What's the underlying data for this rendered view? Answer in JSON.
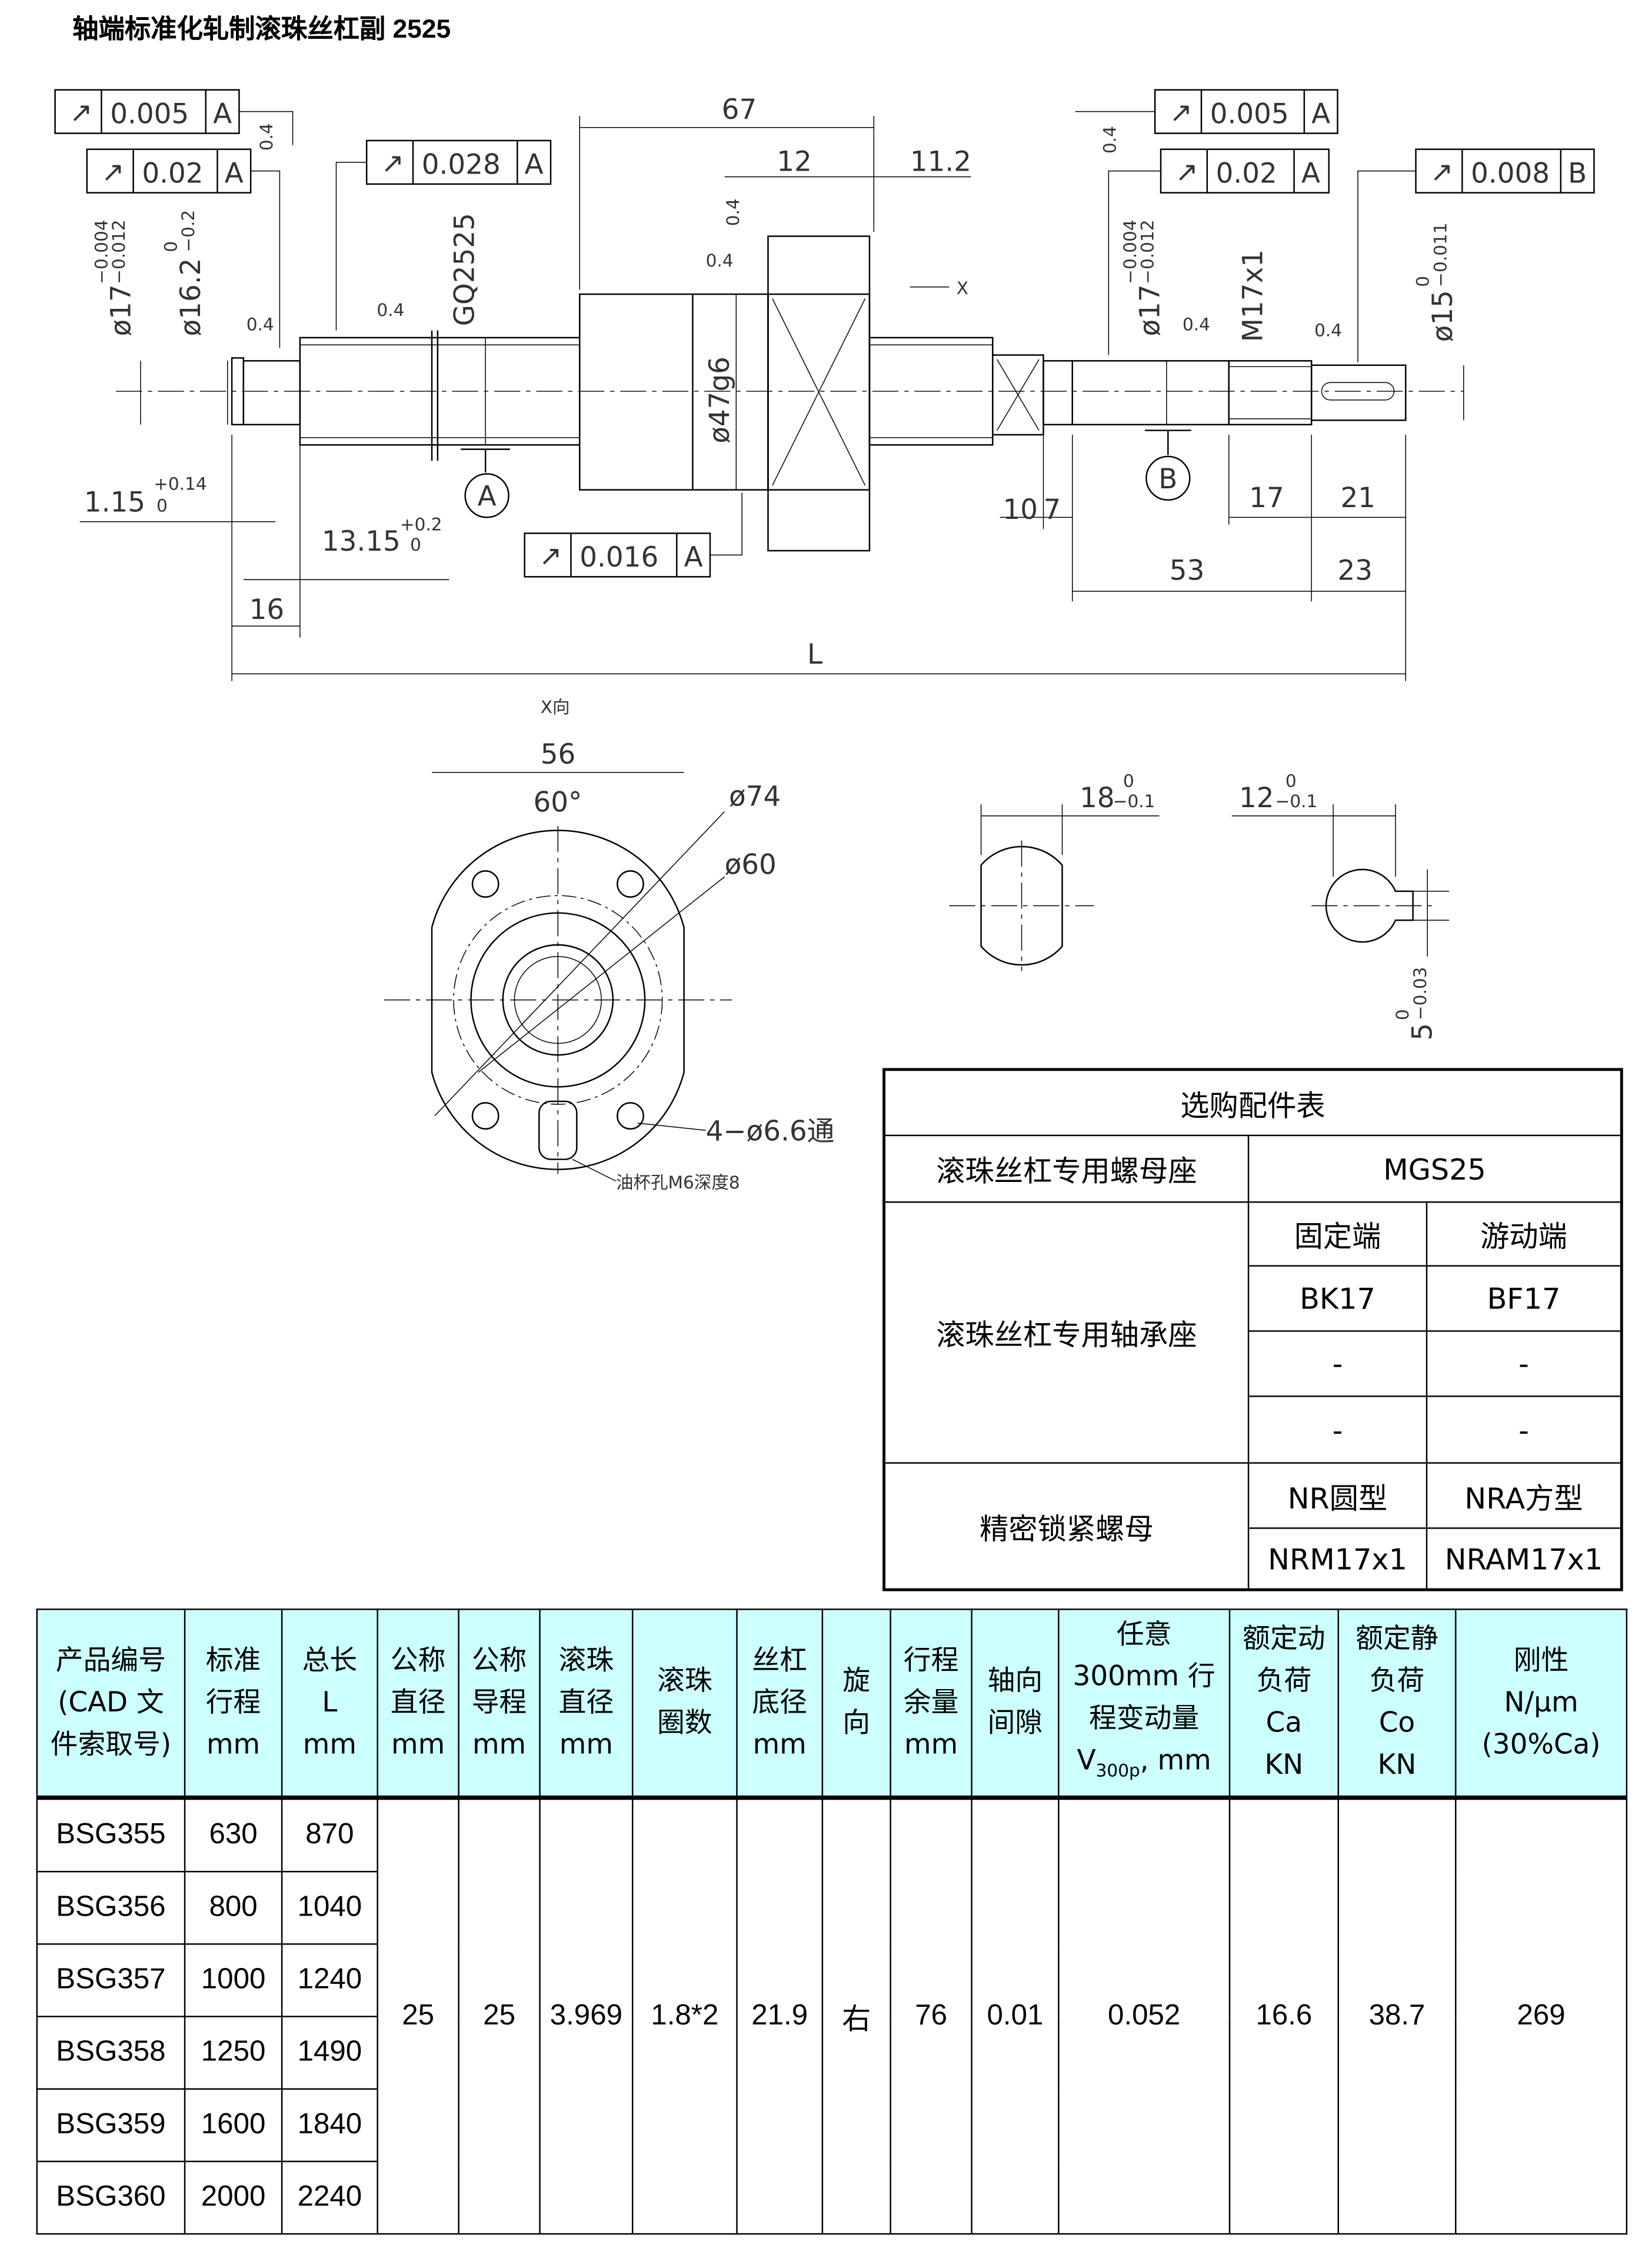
{
  "title": "轴端标准化轧制滚珠丝杠副 2525",
  "drawing": {
    "tolerances": [
      {
        "symbol": "runout",
        "value": "0.005",
        "datum": "A"
      },
      {
        "symbol": "runout",
        "value": "0.02",
        "datum": "A"
      },
      {
        "symbol": "runout",
        "value": "0.028",
        "datum": "A"
      },
      {
        "symbol": "runout",
        "value": "0.016",
        "datum": "A"
      },
      {
        "symbol": "runout",
        "value": "0.005",
        "datum": "A"
      },
      {
        "symbol": "runout",
        "value": "0.02",
        "datum": "A"
      },
      {
        "symbol": "runout",
        "value": "0.008",
        "datum": "B"
      }
    ],
    "dims": {
      "d67": "67",
      "d12": "12",
      "d11_2": "11.2",
      "x_arrow": "X",
      "d17_left": "ø17",
      "d17_left_tol_up": "−0.004",
      "d17_left_tol_low": "−0.012",
      "d16_2": "ø16.2",
      "d16_2_tol_up": "0",
      "d16_2_tol_low": "−0.2",
      "gq": "GQ2525",
      "d47": "ø47g6",
      "d17_right": "ø17",
      "d17_right_tol_up": "−0.004",
      "d17_right_tol_low": "−0.012",
      "m17": "M17x1",
      "d15": "ø15",
      "d15_tol_up": "0",
      "d15_tol_low": "−0.011",
      "rough": "0.4",
      "d1_15": "1.15",
      "d1_15_up": "+0.14",
      "d1_15_low": "0",
      "d13_15": "13.15",
      "d13_15_up": "+0.2",
      "d13_15_low": "0",
      "d16": "16",
      "L": "L",
      "d10": "10",
      "d7": "7",
      "d17": "17",
      "d21": "21",
      "d53": "53",
      "d23": "23",
      "datumA": "A",
      "datumB": "B"
    },
    "section": {
      "label": "X向",
      "d56": "56",
      "angle": "60°",
      "d74": "ø74",
      "d60": "ø60",
      "holes": "4−ø6.6通",
      "oil": "油杯孔M6深度8",
      "k18": "18",
      "k18_up": "0",
      "k18_low": "−0.1",
      "k12": "12",
      "k12_up": "0",
      "k12_low": "−0.1",
      "k5": "5",
      "k5_up": "0",
      "k5_low": "−0.03"
    }
  },
  "accessories": {
    "title": "选购配件表",
    "nut_seat_label": "滚珠丝杠专用螺母座",
    "nut_seat_value": "MGS25",
    "bearing_label": "滚珠丝杠专用轴承座",
    "fixed": "固定端",
    "floating": "游动端",
    "bearing_rows": [
      [
        "BK17",
        "BF17"
      ],
      [
        "-",
        "-"
      ],
      [
        "-",
        "-"
      ]
    ],
    "locknut_label": "精密锁紧螺母",
    "locknut_rows": [
      [
        "NR圆型",
        "NRA方型"
      ],
      [
        "NRM17x1",
        "NRAM17x1"
      ]
    ]
  },
  "spec_table": {
    "headers": [
      "产品编号\n(CAD 文\n件索取号)",
      "标准\n行程\nmm",
      "总长\nL\nmm",
      "公称\n直径\nmm",
      "公称\n导程\nmm",
      "滚珠\n直径\nmm",
      "滚珠\n圈数",
      "丝杠\n底径\nmm",
      "旋\n向",
      "行程\n余量\nmm",
      "轴向\n间隙",
      "任意\n300mm 行\n程变动量\n",
      "额定动\n负荷\nCa\nKN",
      "额定静\n负荷\nCo\nKN",
      "刚性\nN/μm\n(30%Ca)"
    ],
    "v_sym": "V",
    "v_sub": "300p",
    "v_unit": ", mm",
    "rows": [
      [
        "BSG355",
        "630",
        "870"
      ],
      [
        "BSG356",
        "800",
        "1040"
      ],
      [
        "BSG357",
        "1000",
        "1240"
      ],
      [
        "BSG358",
        "1250",
        "1490"
      ],
      [
        "BSG359",
        "1600",
        "1840"
      ],
      [
        "BSG360",
        "2000",
        "2240"
      ]
    ],
    "shared": [
      "25",
      "25",
      "3.969",
      "1.8*2",
      "21.9",
      "右",
      "76",
      "0.01",
      "0.052",
      "16.6",
      "38.7",
      "269"
    ]
  }
}
